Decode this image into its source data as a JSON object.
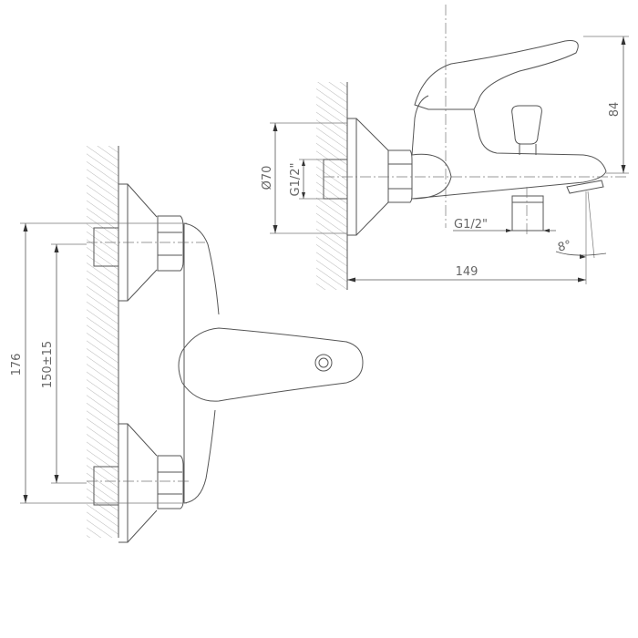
{
  "labels": {
    "height_84": "84",
    "flange_diameter": "Ø70",
    "thread_side_inlet": "G1/2\"",
    "thread_outlet": "G1/2\"",
    "reach_149": "149",
    "angle_8": "8°",
    "total_176": "176",
    "centers_150": "150±15"
  }
}
